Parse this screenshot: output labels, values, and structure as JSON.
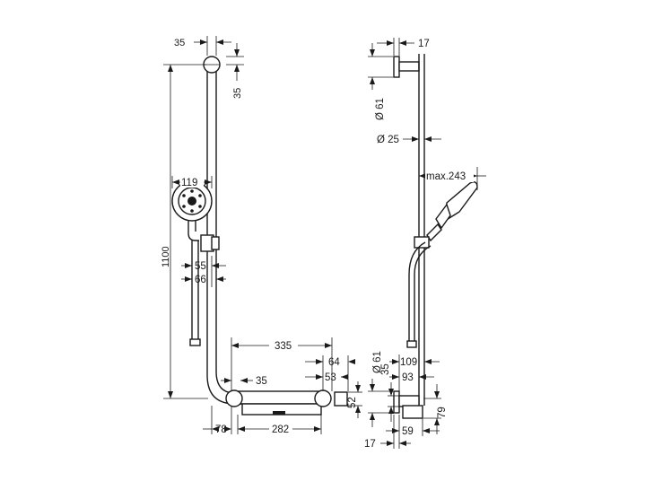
{
  "front_view": {
    "dims": {
      "top_width": "35",
      "top_height": "35",
      "total_height": "1100",
      "head_diameter": "119",
      "slider_55": "55",
      "slider_66": "66",
      "shelf_335": "335",
      "shelf_35": "35",
      "shelf_64": "64",
      "shelf_53": "53",
      "shelf_52": "52",
      "bottom_78": "78",
      "bottom_282": "282"
    }
  },
  "side_view": {
    "dims": {
      "top_17": "17",
      "diameter_61_top": "Ø 61",
      "diameter_25": "Ø 25",
      "max_243": "max.243",
      "diameter_61_bottom": "Ø 61",
      "side_35": "35",
      "depth_109": "109",
      "depth_93": "93",
      "height_79": "79",
      "bottom_17": "17",
      "bottom_59": "59"
    }
  }
}
